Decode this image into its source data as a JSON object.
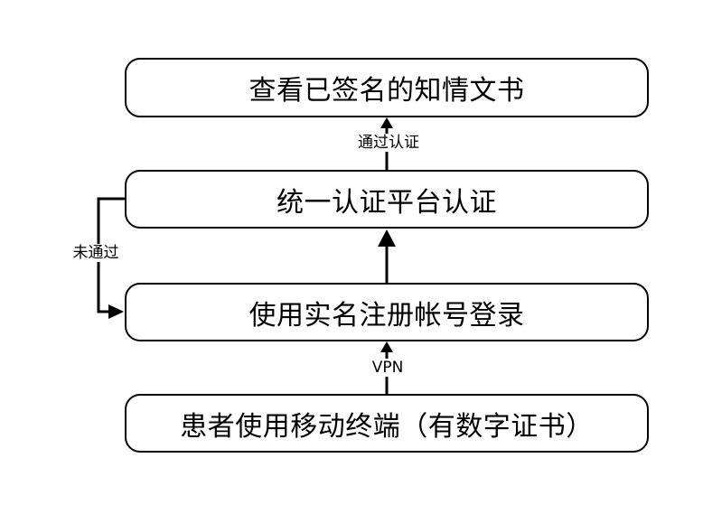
{
  "steps": {
    "view_consent": "查看已签名的知情文书",
    "unified_auth": "统一认证平台认证",
    "login": "使用实名注册帐号登录",
    "mobile_terminal": "患者使用移动终端（有数字证书）"
  },
  "edges": {
    "pass": "通过认证",
    "vpn": "VPN",
    "fail": "未通过"
  }
}
